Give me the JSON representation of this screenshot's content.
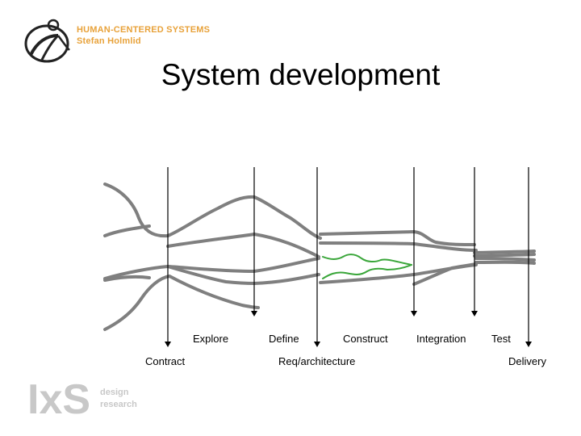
{
  "header": {
    "line1": "HUMAN-CENTERED SYSTEMS",
    "line2": "Stefan Holmlid"
  },
  "title": "System development",
  "phase_labels": {
    "explore": "Explore",
    "define": "Define",
    "construct": "Construct",
    "integration": "Integration",
    "test": "Test"
  },
  "milestone_labels": {
    "contract": "Contract",
    "req_architecture": "Req/architecture",
    "delivery": "Delivery"
  },
  "footer_logo": {
    "mark": "IxS",
    "line1": "design",
    "line2": "research"
  },
  "colors": {
    "header_text": "#e8a23a",
    "stream_gray": "#7f7f7f",
    "stream_green": "#3aa63a",
    "logo_gray": "#c8c8c8"
  }
}
